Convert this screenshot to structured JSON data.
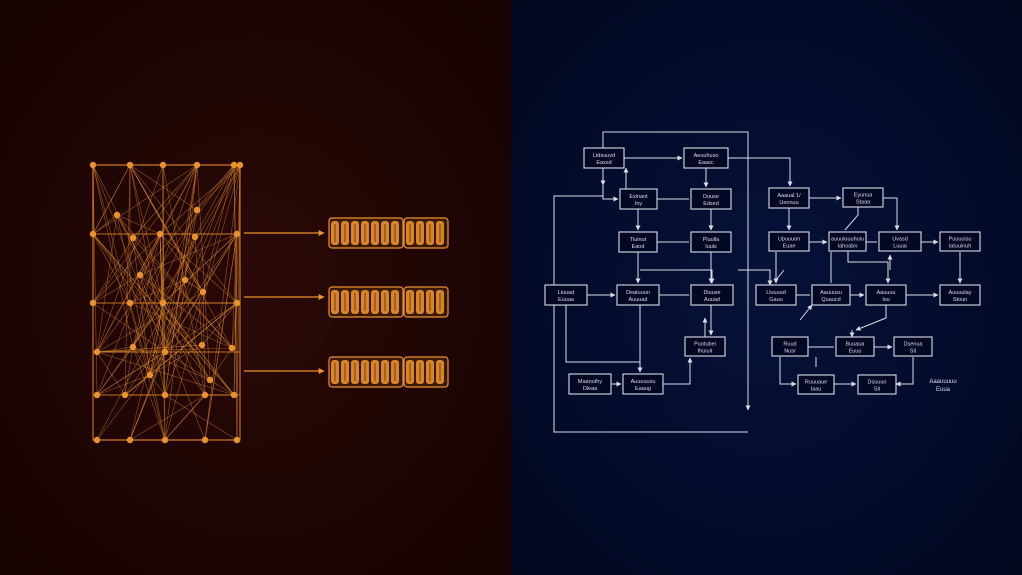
{
  "colors": {
    "left_bg": "#1e0504",
    "right_bg": "#040b26",
    "orange": "#e8912e",
    "orange_dim": "#c06f1f",
    "flow": "#d9dde6"
  },
  "left_panel": {
    "rows": [
      {
        "group_a_cells": 7,
        "group_b_cells": 4
      },
      {
        "group_a_cells": 7,
        "group_b_cells": 4
      },
      {
        "group_a_cells": 7,
        "group_b_cells": 4
      }
    ]
  },
  "right_panel": {
    "boxes": [
      {
        "id": "b1",
        "lines": [
          "Ltdsuuvd",
          "Eaxsd"
        ]
      },
      {
        "id": "b2",
        "lines": [
          "Aeuuhuso",
          "Eaasc"
        ]
      },
      {
        "id": "b3",
        "lines": [
          "Exinant",
          "Iny"
        ]
      },
      {
        "id": "b4",
        "lines": [
          "Duuse",
          "Edsed"
        ]
      },
      {
        "id": "b5",
        "lines": [
          "Tiuinut",
          "Eaod"
        ]
      },
      {
        "id": "b6",
        "lines": [
          "Pluulla",
          "Iuuls"
        ]
      },
      {
        "id": "b7",
        "lines": [
          "Liuuad",
          "Euuaa"
        ]
      },
      {
        "id": "b8",
        "lines": [
          "Deatuuun",
          "Auuuad"
        ]
      },
      {
        "id": "b9",
        "lines": [
          "Diuuse",
          "Auuad"
        ]
      },
      {
        "id": "b10",
        "lines": [
          "Puotubei",
          "Ihuiuit"
        ]
      },
      {
        "id": "b11",
        "lines": [
          "Maanuthy",
          "Dleaa"
        ]
      },
      {
        "id": "b12",
        "lines": [
          "Auuuuusu",
          "Eaaug"
        ]
      },
      {
        "id": "b13",
        "lines": [
          "Aaaual 1/",
          "Ueonuu"
        ]
      },
      {
        "id": "b14",
        "lines": [
          "Eyunua",
          "Staaa"
        ]
      },
      {
        "id": "b15",
        "lines": [
          "Upuuuon",
          "Euae"
        ]
      },
      {
        "id": "b16",
        "lines": [
          "auuuluuuhuiu",
          "Iahoabn"
        ]
      },
      {
        "id": "b17",
        "lines": [
          "Uvasd",
          "Luuai"
        ]
      },
      {
        "id": "b18",
        "lines": [
          "Puuuuisu",
          "Iatuuinuh"
        ]
      },
      {
        "id": "b19",
        "lines": [
          "Lluuuud",
          "Gauu"
        ]
      },
      {
        "id": "b20",
        "lines": [
          "Aauuusu",
          "Quaucd"
        ]
      },
      {
        "id": "b21",
        "lines": [
          "Aauuuu",
          "Isu"
        ]
      },
      {
        "id": "b22",
        "lines": [
          "Auuuulay",
          "Stoun"
        ]
      },
      {
        "id": "b23",
        "lines": [
          "Ruud",
          "Nusr"
        ]
      },
      {
        "id": "b24",
        "lines": [
          "Buuaua",
          "Euuu"
        ]
      },
      {
        "id": "b25",
        "lines": [
          "Dsenua",
          "Sit"
        ]
      }
    ],
    "note": {
      "lines": [
        "Aaauuuuu",
        "Euua"
      ]
    }
  }
}
